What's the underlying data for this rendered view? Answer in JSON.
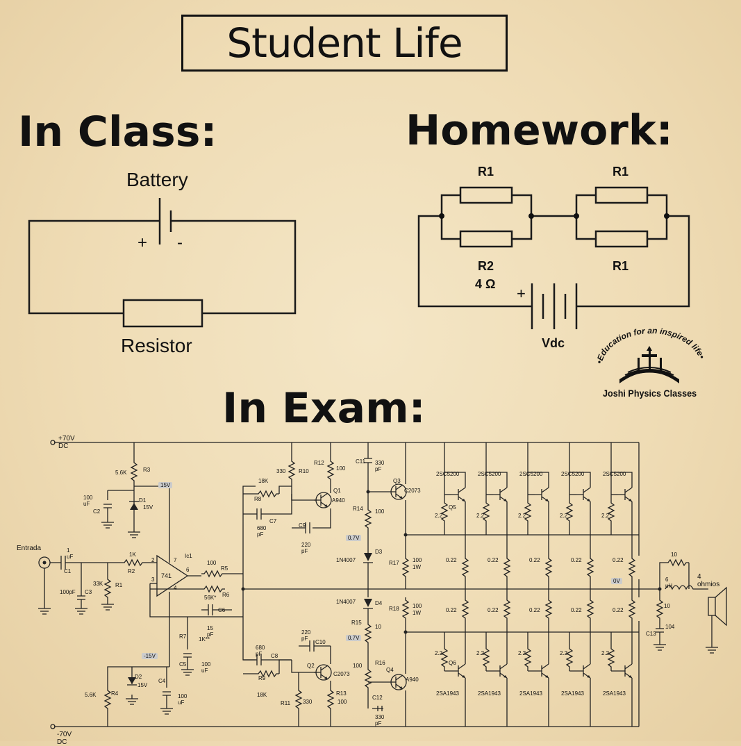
{
  "title": "Student Life",
  "sections": {
    "in_class": "In Class:",
    "homework": "Homework:",
    "in_exam": "In Exam:"
  },
  "in_class_circuit": {
    "battery_label": "Battery",
    "plus": "+",
    "minus": "-",
    "resistor_label": "Resistor"
  },
  "homework_circuit": {
    "top_left": "R1",
    "top_right": "R1",
    "bottom_left": "R2",
    "bottom_left_value": "4 Ω",
    "bottom_right": "R1",
    "plus": "+",
    "source": "Vdc"
  },
  "logo": {
    "slogan": "•Education for an inspired life•",
    "name": "Joshi Physics Classes"
  },
  "exam_circuit": {
    "top_rail": "+70V DC",
    "bottom_rail": "-70V DC",
    "input": "Entrada",
    "output": "4 ohmios",
    "labels": {
      "c_in": "1 uF",
      "c1": "C1",
      "c100pf": "100pF",
      "c3": "C3",
      "r1": "33K",
      "r1n": "R1",
      "r2": "1K",
      "r2n": "R2",
      "r3": "5.6K",
      "r3n": "R3",
      "c2": "100 uF",
      "c2n": "C2",
      "d1": "D1",
      "d1v": "15V",
      "vplus": "15V",
      "ic": "741",
      "ic1": "Ic1",
      "p7": "7",
      "p6": "6",
      "p4": "4",
      "p2": "2",
      "p3": "3",
      "r5": "100",
      "r5n": "R5",
      "r6": "56K*",
      "r6n": "R6",
      "c6": "C6",
      "c6v": "15 pF",
      "r7": "R7",
      "r7v": "1K**",
      "c5": "C5",
      "c5v": "100 uF",
      "vminus": "-15V",
      "d2": "D2",
      "d2v": "15V",
      "c4": "C4",
      "c4v": "100 uF",
      "r4": "5.6K",
      "r4n": "R4",
      "r8": "18K",
      "r8n": "R8",
      "c7": "C7",
      "c7v": "680 pF",
      "r10": "330",
      "r10n": "R10",
      "r12": "R12",
      "r12v": "100",
      "q1": "Q1",
      "q1t": "A940",
      "c9": "C9",
      "c9v": "220 pF",
      "c11": "C11",
      "c11v": "330 pF",
      "q3": "Q3",
      "q3t": "C2073",
      "r14": "R14",
      "r14v": "100",
      "d3": "D3",
      "d3t": "1N4007",
      "d4": "D4",
      "d4t": "1N4007",
      "v07a": "0.7V",
      "v07b": "0.7V",
      "r17": "R17",
      "r17v": "100",
      "r17w": "1W",
      "r18": "R18",
      "r18v": "100",
      "r18w": "1W",
      "r15": "R15",
      "r15v": "10",
      "c8": "C8",
      "c8v": "680 pF",
      "r9": "R9",
      "r9v": "18K",
      "c10": "C10",
      "c10v": "220 pF",
      "q2": "Q2",
      "q2t": "C2073",
      "r11": "R11",
      "r11v": "330",
      "r13": "R13",
      "r13v": "100",
      "r16": "R16",
      "r16v": "100",
      "q4": "Q4",
      "q4t": "A940",
      "c12": "C12",
      "c12v": "330 pF",
      "ov": "0V",
      "rt": "10",
      "l1": "6 uH",
      "rz": "10",
      "cz": "104",
      "c13": "C13",
      "bias": "2.2",
      "emit": "0.22",
      "qtop": "2SC5200",
      "qbot": "2SA1943",
      "q5": "Q5",
      "q6": "Q6"
    }
  }
}
